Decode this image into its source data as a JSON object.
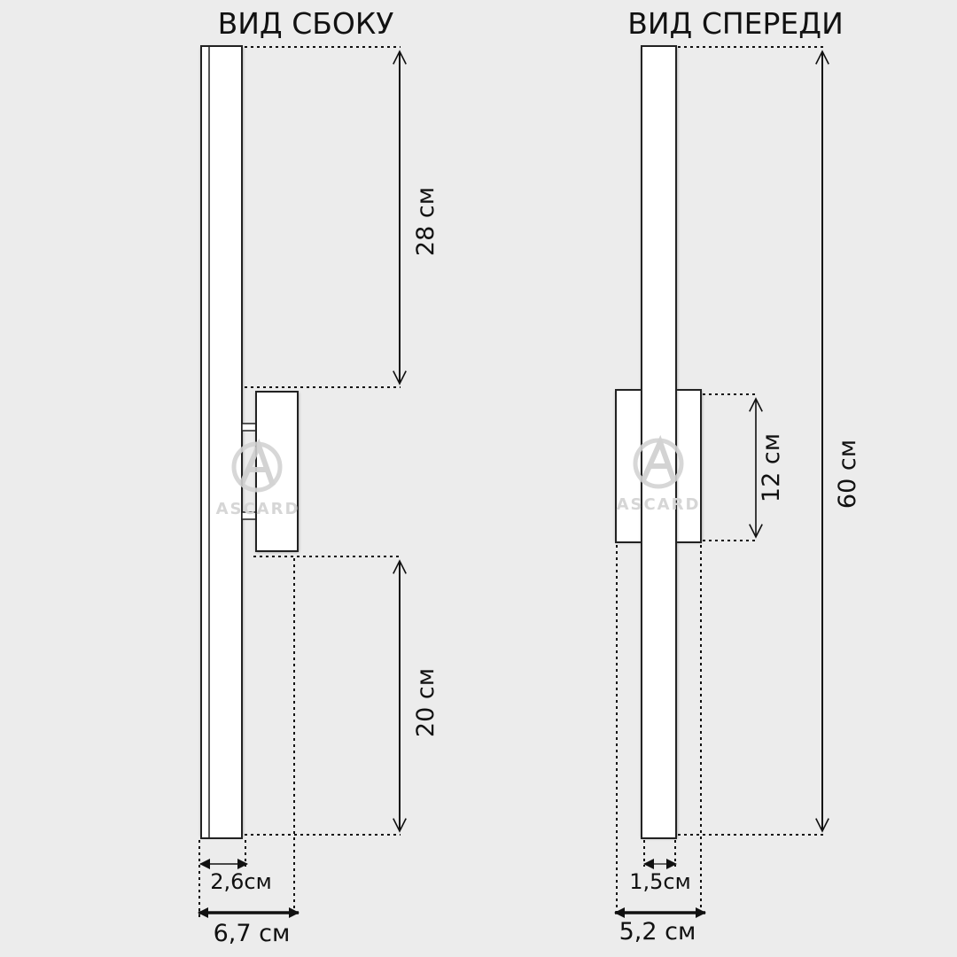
{
  "titles": {
    "side": "ВИД СБОКУ",
    "front": "ВИД СПЕРЕДИ"
  },
  "side_view": {
    "dim_top": "28 см",
    "dim_bottom": "20 см",
    "dim_tube_depth": "2,6см",
    "dim_total_depth": "6,7 см"
  },
  "front_view": {
    "dim_mount_height": "12 см",
    "dim_total_height": "60 см",
    "dim_tube_width": "1,5см",
    "dim_mount_width": "5,2 см"
  },
  "watermark": {
    "text": "ASCARD"
  },
  "colors": {
    "background": "#ececec",
    "body_fill": "#ffffff",
    "outline": "#222222",
    "dim_line": "#111111",
    "watermark": "#d6d6d6"
  }
}
